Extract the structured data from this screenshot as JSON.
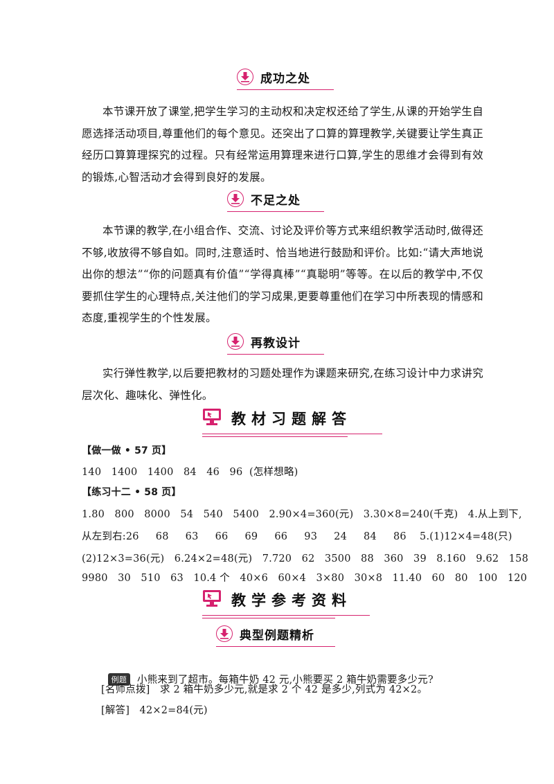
{
  "sections": {
    "success": {
      "title": "成功之处",
      "text": "本节课开放了课堂,把学生学习的主动权和决定权还给了学生,从课的开始学生自愿选择活动项目,尊重他们的每个意见。还突出了口算的算理教学,关键要让学生真正经历口算算理探究的过程。只有经常运用算理来进行口算,学生的思维才会得到有效的锻炼,心智活动才会得到良好的发展。"
    },
    "shortcoming": {
      "title": "不足之处",
      "text": "本节课的教学,在小组合作、交流、讨论及评价等方式来组织教学活动时,做得还不够,收放得不够自如。同时,注意适时、恰当地进行鼓励和评价。比如:“请大声地说出你的想法”“你的问题真有价值”“学得真棒”“真聪明”等等。在以后的教学中,不仅要抓住学生的心理特点,关注他们的学习成果,更要尊重他们在学习中所表现的情感和态度,重视学生的个性发展。"
    },
    "redesign": {
      "title": "再教设计",
      "text": "实行弹性教学,以后要把教材的习题处理作为课题来研究,在练习设计中力求讲究层次化、趣味化、弹性化。"
    },
    "answers": {
      "title": "教材习题解答",
      "label1": "【做一做 • 57 页】",
      "line1": "140   1400   1400   84   46   96  (怎样想略)",
      "label2": "【练习十二 • 58 页】",
      "line2": "1.80   800   8000   54   540   5400   2.90×4=360(元)   3.30×8=240(千克)   4.从上到下,",
      "line3": "从左到右:26     68     63     66     69     66     93     24     84     86    5.(1)12×4=48(只)",
      "line4": "(2)12×3=36(元)   6.24×2=48(元)   7.720   62   3500   88   360   39   8.160   9.62   158",
      "line5": "9980   30   510   63   10.4 个   40×6   60×4   3×80   30×8   11.40   60   80   100   120"
    },
    "reference": {
      "title": "教学参考资料"
    },
    "examples": {
      "title": "典型例题精析",
      "tag": "例题",
      "question": "小熊来到了超市。每箱牛奶 42 元,小熊要买 2 箱牛奶需要多少元?",
      "tip": "[名师点拨]   求 2 箱牛奶多少元,就是求 2 个 42 是多少,列式为 42×2。",
      "answer": "[解答]   42×2=84(元)"
    }
  },
  "colors": {
    "accent": "#d6216e"
  },
  "icons": {
    "small": "download-arrow-icon",
    "big": "monitor-icon"
  }
}
